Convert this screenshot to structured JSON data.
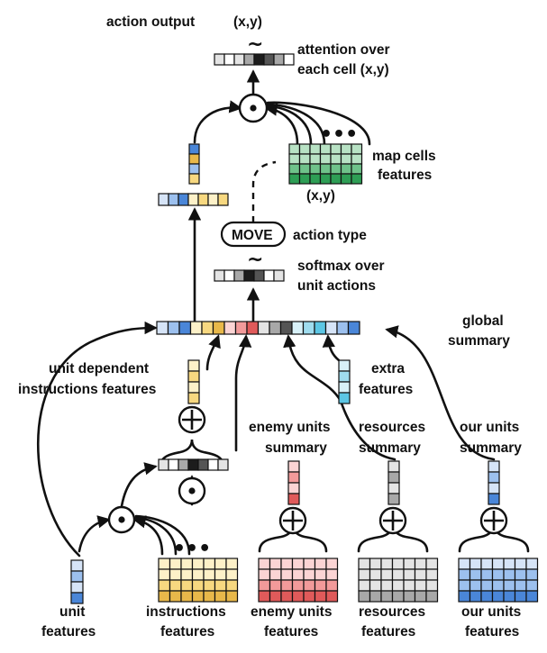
{
  "labels": {
    "action_output": "action output",
    "xy_top": "(x,y)",
    "attention_1": "attention over",
    "attention_2": "each cell (x,y)",
    "map_cells_1": "map cells",
    "map_cells_2": "features",
    "xy_mid": "(x,y)",
    "move": "MOVE",
    "action_type": "action type",
    "softmax_1": "softmax over",
    "softmax_2": "unit actions",
    "global_1": "global",
    "global_2": "summary",
    "udi_1": "unit dependent",
    "udi_2": "instructions features",
    "extra_1": "extra",
    "extra_2": "features",
    "enemy_sum_1": "enemy units",
    "enemy_sum_2": "summary",
    "res_sum_1": "resources",
    "res_sum_2": "summary",
    "our_sum_1": "our units",
    "our_sum_2": "summary",
    "unit_feat_1": "unit",
    "unit_feat_2": "features",
    "instr_feat_1": "instructions",
    "instr_feat_2": "features",
    "enemy_feat_1": "enemy units",
    "enemy_feat_2": "features",
    "res_feat_1": "resources",
    "res_feat_2": "features",
    "our_feat_1": "our units",
    "our_feat_2": "features"
  },
  "symbols": {
    "tilde": "~",
    "dots": "•••",
    "hadamard": "⊙",
    "plus": "⊕"
  },
  "colors": {
    "blue_light": "#d6e4f7",
    "blue_mid": "#9cc0ee",
    "blue_dark": "#4a86d8",
    "yellow_light": "#fdf1c8",
    "yellow_mid": "#f7d880",
    "yellow_dark": "#e8b84a",
    "red_light": "#fbd4d4",
    "red_mid": "#f29a9a",
    "red_dark": "#e05a5a",
    "gray_light": "#e4e4e4",
    "gray_mid": "#a8a8a8",
    "gray_dark": "#555555",
    "black": "#1c1c1c",
    "green_light": "#b8e2c4",
    "green_mid": "#6fc28a",
    "green_dark": "#2e9e55",
    "cyan_light": "#d8f1f8",
    "cyan_mid": "#9fdcee",
    "cyan_dark": "#5cc6e4"
  }
}
